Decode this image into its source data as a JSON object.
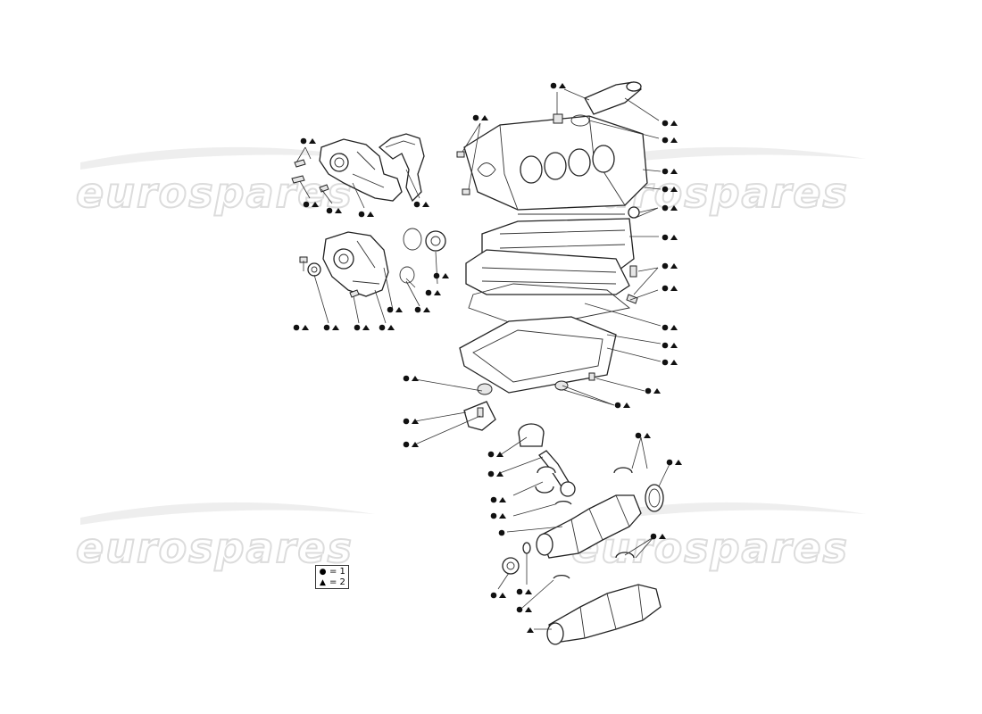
{
  "watermark": {
    "text": "eurospares"
  },
  "legend": {
    "rows": [
      {
        "symbol": "●",
        "text": "= 1"
      },
      {
        "symbol": "▲",
        "text": "= 2"
      }
    ]
  }
}
